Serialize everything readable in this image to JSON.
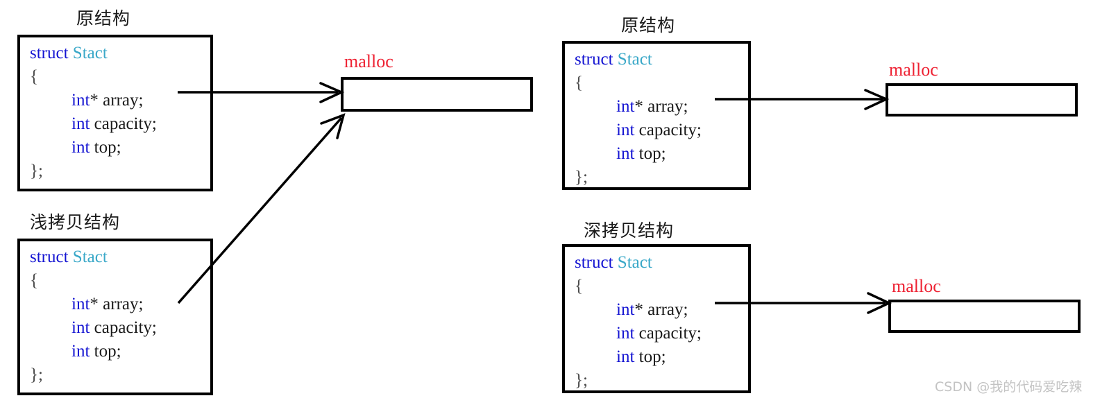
{
  "code_block": {
    "lines": [
      {
        "indent": false,
        "tokens": [
          {
            "t": "struct",
            "c": "kw"
          },
          {
            "t": " ",
            "c": "id"
          },
          {
            "t": "Stact",
            "c": "type"
          }
        ]
      },
      {
        "indent": false,
        "tokens": [
          {
            "t": "{",
            "c": "brace"
          }
        ]
      },
      {
        "indent": true,
        "tokens": [
          {
            "t": "int",
            "c": "kw"
          },
          {
            "t": "* array;",
            "c": "id"
          }
        ]
      },
      {
        "indent": true,
        "tokens": [
          {
            "t": "int",
            "c": "kw"
          },
          {
            "t": " capacity;",
            "c": "id"
          }
        ]
      },
      {
        "indent": true,
        "tokens": [
          {
            "t": "int",
            "c": "kw"
          },
          {
            "t": " top;",
            "c": "id"
          }
        ]
      },
      {
        "indent": false,
        "tokens": [
          {
            "t": "};",
            "c": "brace"
          }
        ]
      }
    ]
  },
  "structs": [
    {
      "id": "orig-left",
      "title": "原结构",
      "title_en": "original structure"
    },
    {
      "id": "shallow-left",
      "title": "浅拷贝结构",
      "title_en": "shallow copy structure"
    },
    {
      "id": "orig-right",
      "title": "原结构",
      "title_en": "original structure"
    },
    {
      "id": "deep-right",
      "title": "深拷贝结构",
      "title_en": "deep copy structure"
    }
  ],
  "mallocs": [
    {
      "id": "malloc-shared",
      "label": "malloc"
    },
    {
      "id": "malloc-orig-right",
      "label": "malloc"
    },
    {
      "id": "malloc-deep-right",
      "label": "malloc"
    }
  ],
  "colors": {
    "keyword": "#1414d2",
    "typename": "#3aa8c8",
    "identifier": "#1a1a1a",
    "malloc_label": "#ee2233",
    "stroke": "#000000",
    "watermark": "#c3c3c3",
    "background": "#ffffff"
  },
  "watermark": {
    "text": "CSDN @我的代码爱吃辣"
  }
}
